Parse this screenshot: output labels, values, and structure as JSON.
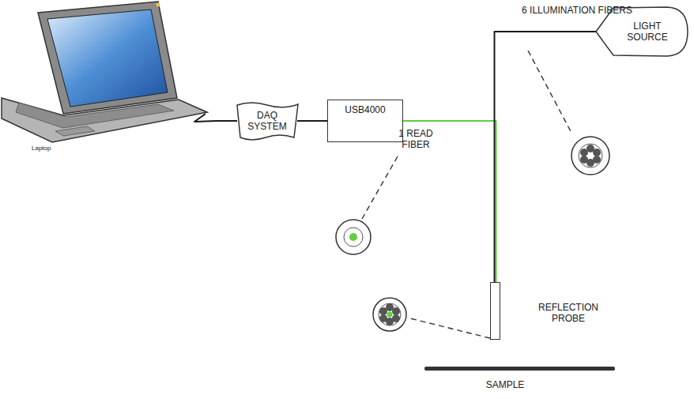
{
  "diagram": {
    "nodes": [
      {
        "text": [
          "Laptop"
        ]
      },
      {
        "text": [
          "DAQ SYSTEM"
        ]
      },
      {
        "text": [
          "USB4000"
        ]
      },
      {
        "text": [
          "LIGHT SOURCE"
        ]
      },
      {
        "text": [
          "REFLECTION PROBE"
        ]
      }
    ],
    "edges": [
      {
        "from": 0,
        "to": 1,
        "arrow": "none"
      },
      {
        "from": 1,
        "to": 2,
        "arrow": "none"
      },
      {
        "from": 2,
        "to": 4,
        "arrow": "none"
      },
      {
        "from": 3,
        "to": 4,
        "arrow": "none"
      }
    ],
    "labels": [
      "6 ILLUMINATION FIBERS",
      "1 READ FIBER",
      "SAMPLE"
    ]
  }
}
